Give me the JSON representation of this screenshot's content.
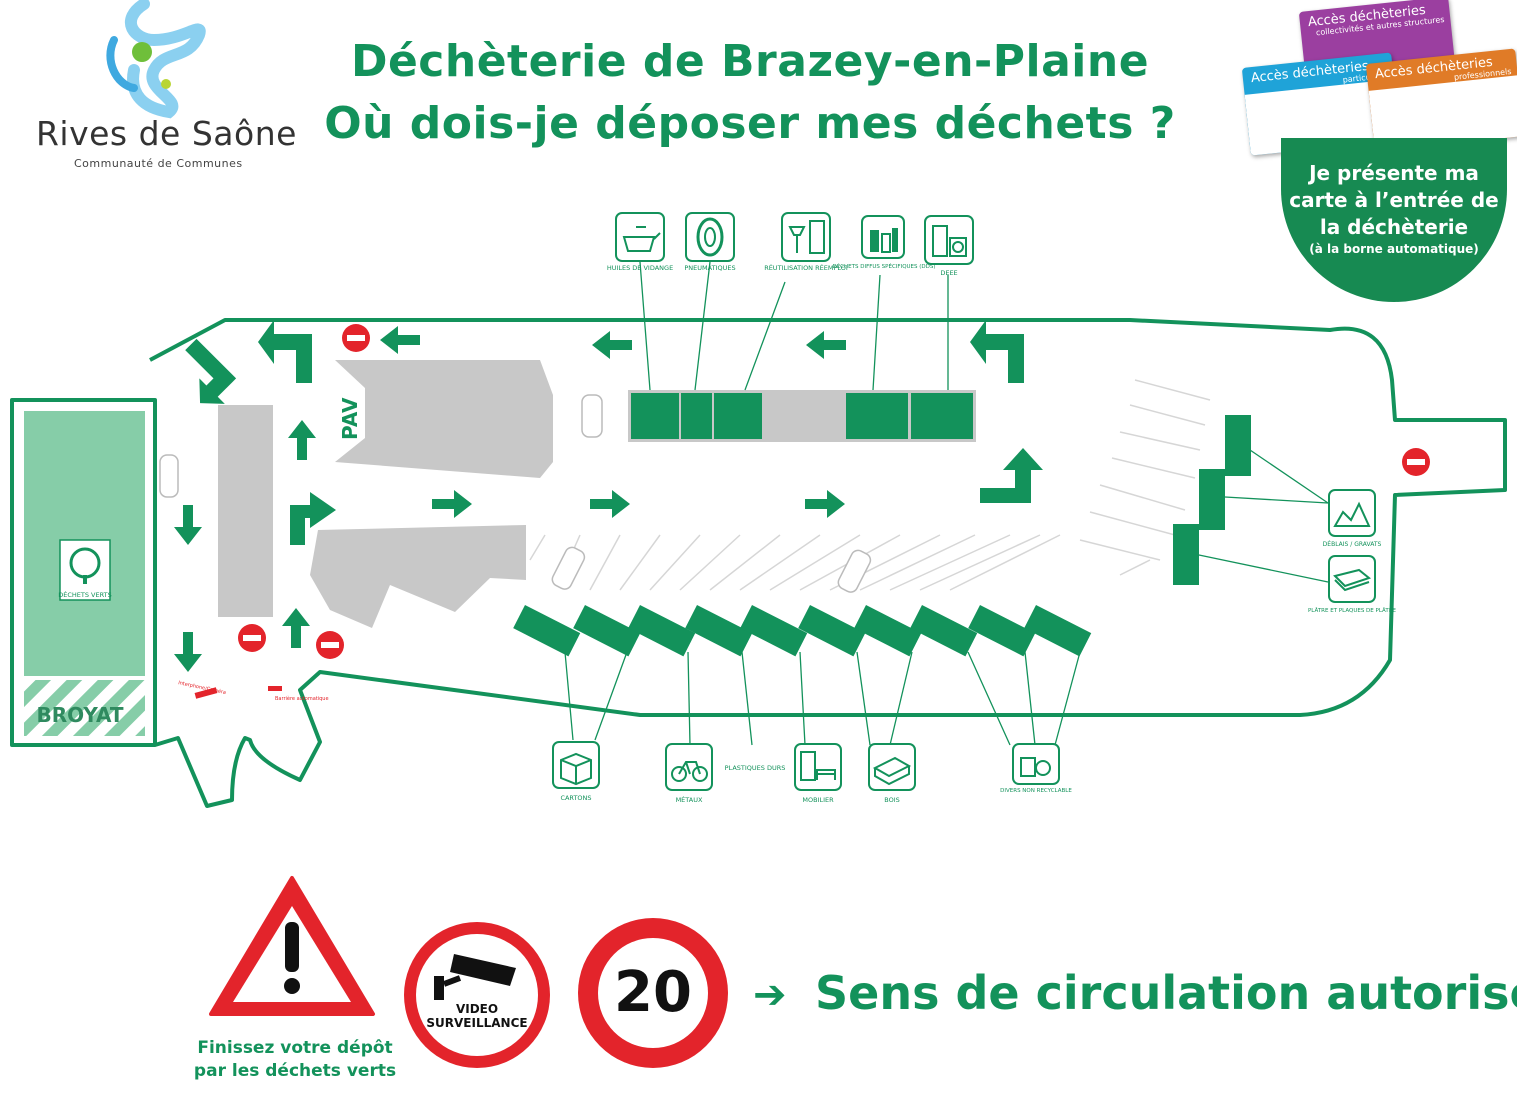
{
  "header": {
    "title_line1": "Déchèterie de Brazey-en-Plaine",
    "title_line2": "Où dois-je déposer mes déchets  ?"
  },
  "logo": {
    "name": "Rives de Saône",
    "subtitle": "Communauté de Communes"
  },
  "access_cards": [
    {
      "title": "Accès déchèteries",
      "subtitle": "collectivités et autres structures",
      "color": "#9b3fa0"
    },
    {
      "title": "Accès déchèteries",
      "subtitle": "particuliers",
      "color": "#1fa3d8"
    },
    {
      "title": "Accès déchèteries",
      "subtitle": "professionnels",
      "color": "#e07b27"
    }
  ],
  "info_circle": {
    "line1": "Je présente ma",
    "line2": "carte à l’entrée de",
    "line3": "la déchèterie",
    "line4": "(à la borne automatique)"
  },
  "map": {
    "pav_label": "PAV",
    "broyat_label": "BROYAT",
    "green_waste_label": "DÉCHETS VERTS",
    "barrier_label_1": "Interphone/Caméra",
    "barrier_label_2": "Barrière automatique",
    "top_items": [
      {
        "label": "HUILES DE VIDANGE",
        "icon": "oil-can-icon"
      },
      {
        "label": "PNEUMATIQUES",
        "icon": "tire-icon"
      },
      {
        "label": "RÉUTILISATION RÉEMPLOI",
        "icon": "reuse-icon"
      },
      {
        "label": "DÉCHETS DIFFUS SPÉCIFIQUES (DDS)",
        "icon": "chemical-bottles-icon"
      },
      {
        "label": "DEEE",
        "icon": "appliances-icon"
      }
    ],
    "bottom_items": [
      {
        "label": "CARTONS",
        "icon": "cardboard-box-icon"
      },
      {
        "label": "MÉTAUX",
        "icon": "bicycle-icon"
      },
      {
        "label": "PLASTIQUES DURS",
        "icon": ""
      },
      {
        "label": "MOBILIER",
        "icon": "furniture-icon"
      },
      {
        "label": "BOIS",
        "icon": "pallet-icon"
      },
      {
        "label": "DIVERS NON RECYCLABLE",
        "icon": "mixed-waste-icon"
      }
    ],
    "right_items": [
      {
        "label": "DÉBLAIS / GRAVATS",
        "icon": "rubble-icon"
      },
      {
        "label": "PLÂTRE ET PLAQUES DE PLÂTRE",
        "icon": "plaster-icon"
      }
    ]
  },
  "footer": {
    "warning_line1": "Finissez votre dépôt",
    "warning_line2": "par les déchets verts",
    "video_line1": "VIDEO",
    "video_line2": "SURVEILLANCE",
    "speed_limit": "20",
    "direction_text": "Sens de circulation autorisé",
    "direction_arrow": "➔"
  },
  "colors": {
    "primary_green": "#13925b",
    "light_green": "#86cda8",
    "gray_block": "#c8c8c8",
    "red": "#e3242b"
  }
}
